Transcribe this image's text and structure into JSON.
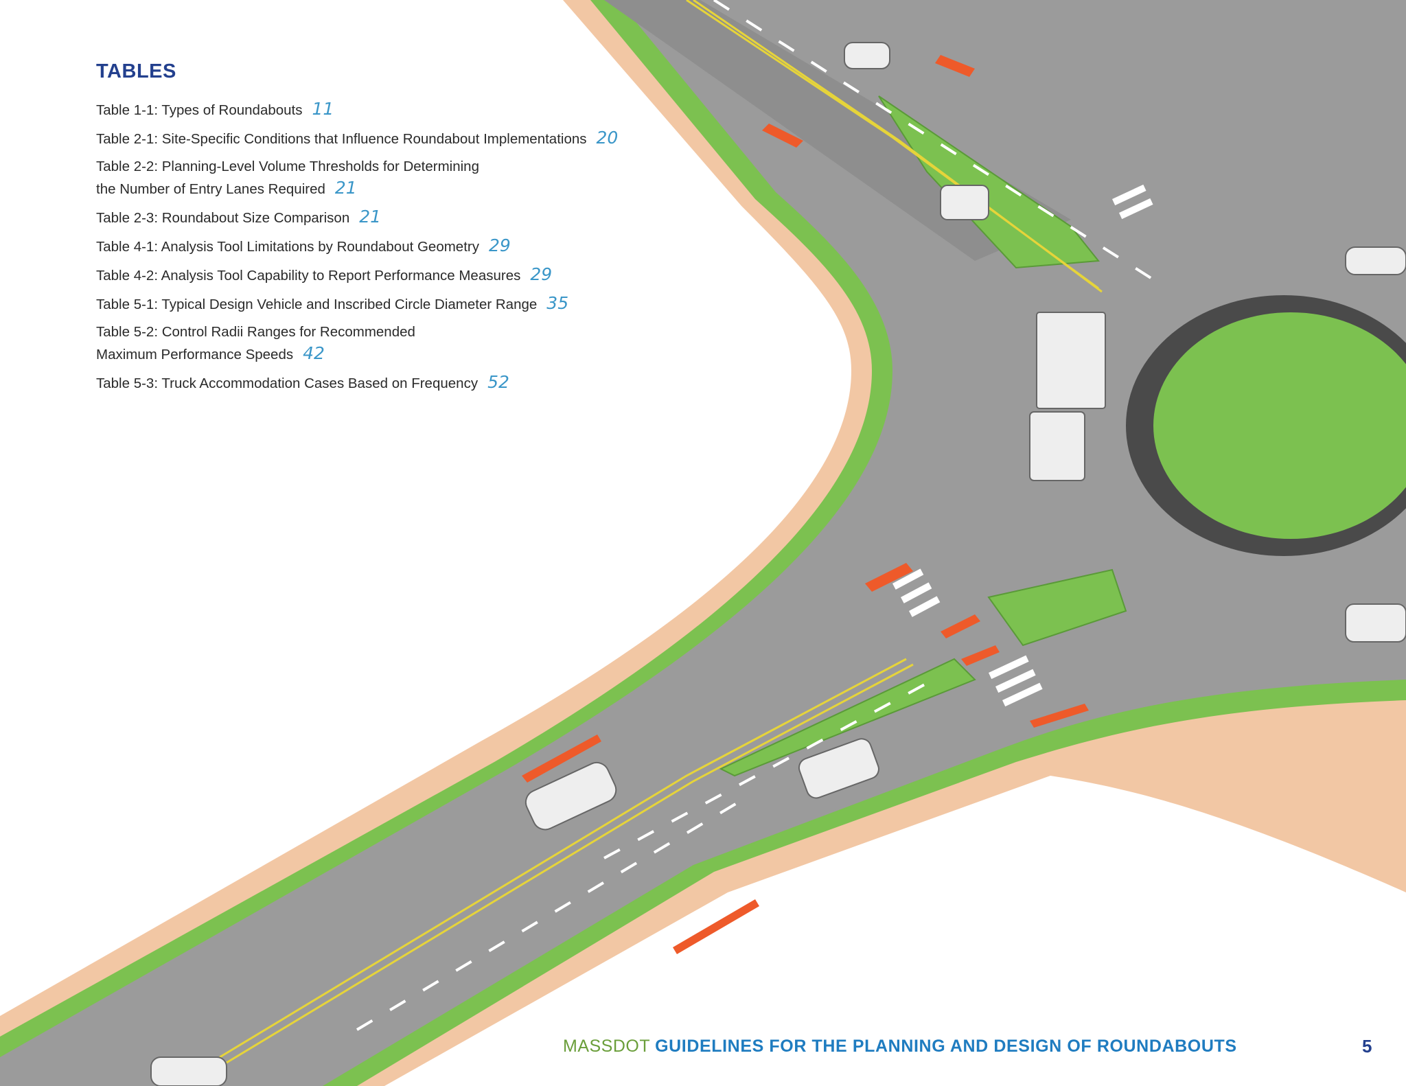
{
  "toc": {
    "heading": "TABLES",
    "entries": [
      {
        "line1": "Table 1-1:  Types of Roundabouts",
        "line2": "",
        "page": "11"
      },
      {
        "line1": "Table 2-1:  Site-Specific Conditions that Influence Roundabout Implementations",
        "line2": "",
        "page": "20"
      },
      {
        "line1": "Table 2-2:  Planning-Level Volume Thresholds for Determining",
        "line2": "the Number of Entry Lanes Required",
        "page": "21"
      },
      {
        "line1": "Table 2-3:  Roundabout Size Comparison",
        "line2": "",
        "page": "21"
      },
      {
        "line1": "Table 4-1:  Analysis Tool Limitations by Roundabout Geometry",
        "line2": "",
        "page": "29"
      },
      {
        "line1": "Table 4-2:  Analysis Tool Capability to Report Performance Measures",
        "line2": "",
        "page": "29"
      },
      {
        "line1": "Table 5-1:  Typical Design Vehicle and Inscribed Circle Diameter Range",
        "line2": "",
        "page": "35"
      },
      {
        "line1": "Table 5-2:  Control Radii Ranges for Recommended",
        "line2": "Maximum Performance Speeds",
        "page": "42"
      },
      {
        "line1": "Table 5-3:  Truck Accommodation Cases Based on Frequency",
        "line2": "",
        "page": "52"
      }
    ]
  },
  "footer": {
    "brand": "MASSDOT",
    "title": "GUIDELINES FOR THE PLANNING AND DESIGN OF ROUNDABOUTS",
    "page_number": "5"
  },
  "colors": {
    "heading": "#23408e",
    "page_link": "#3a96c8",
    "brand": "#6a9e3a",
    "footer_title": "#1f7cc0",
    "asphalt": "#9b9b9b",
    "sidewalk": "#f2c7a4",
    "grass": "#7cc150",
    "detectable_warning": "#ee5a2a"
  }
}
